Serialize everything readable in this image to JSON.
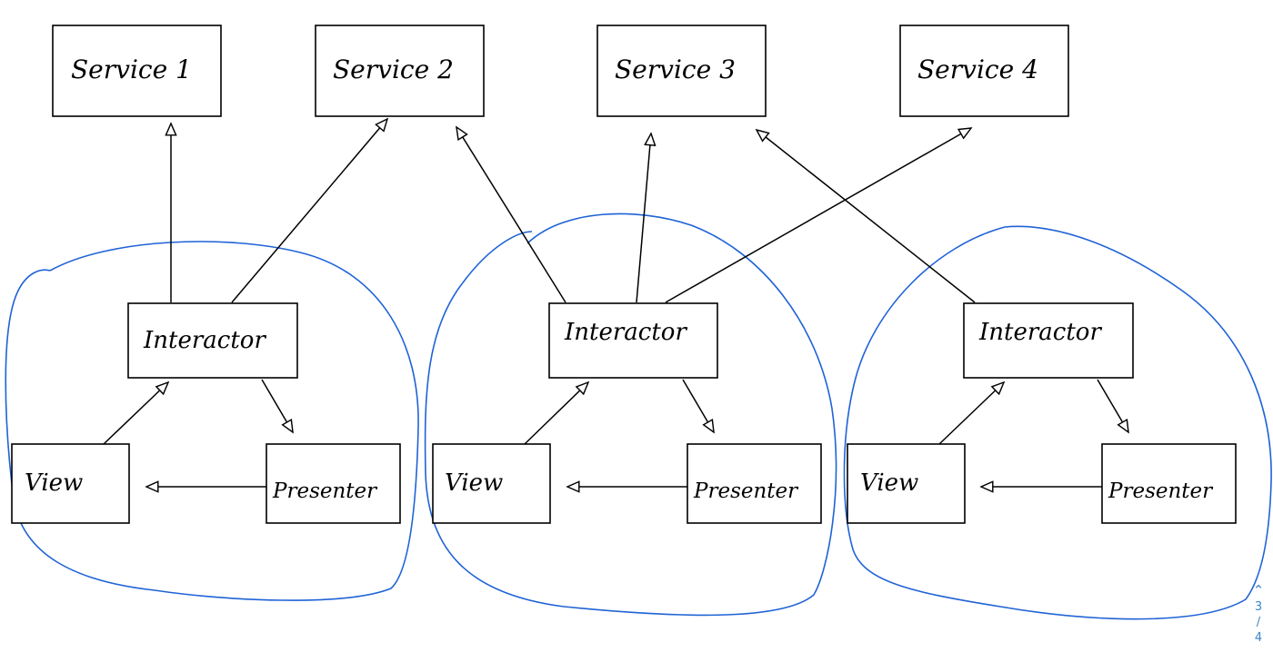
{
  "diagram": {
    "services": [
      {
        "label": "Service 1"
      },
      {
        "label": "Service 2"
      },
      {
        "label": "Service 3"
      },
      {
        "label": "Service 4"
      }
    ],
    "modules": [
      {
        "interactor": "Interactor",
        "view": "View",
        "presenter": "Presenter"
      },
      {
        "interactor": "Interactor",
        "view": "View",
        "presenter": "Presenter"
      },
      {
        "interactor": "Interactor",
        "view": "View",
        "presenter": "Presenter"
      }
    ],
    "edges": [
      {
        "from": "modules.0.interactor",
        "to": "services.0",
        "kind": "dependency-arrow"
      },
      {
        "from": "modules.0.interactor",
        "to": "services.1",
        "kind": "dependency-arrow"
      },
      {
        "from": "modules.1.interactor",
        "to": "services.1",
        "kind": "dependency-arrow"
      },
      {
        "from": "modules.1.interactor",
        "to": "services.2",
        "kind": "dependency-arrow"
      },
      {
        "from": "modules.1.interactor",
        "to": "services.3",
        "kind": "dependency-arrow"
      },
      {
        "from": "modules.2.interactor",
        "to": "services.2",
        "kind": "dependency-arrow"
      },
      {
        "from": "modules.*.view",
        "to": "modules.*.interactor",
        "kind": "dependency-arrow"
      },
      {
        "from": "modules.*.interactor",
        "to": "modules.*.presenter",
        "kind": "dependency-arrow"
      },
      {
        "from": "modules.*.presenter",
        "to": "modules.*.view",
        "kind": "dependency-arrow"
      }
    ],
    "colors": {
      "boxes": "#000000",
      "cluster_outline": "#1f63d6",
      "pager": "#3a86c8"
    }
  },
  "pager": {
    "up_icon": "chevron-up-icon",
    "current": "3",
    "separator": "/",
    "total": "4"
  }
}
